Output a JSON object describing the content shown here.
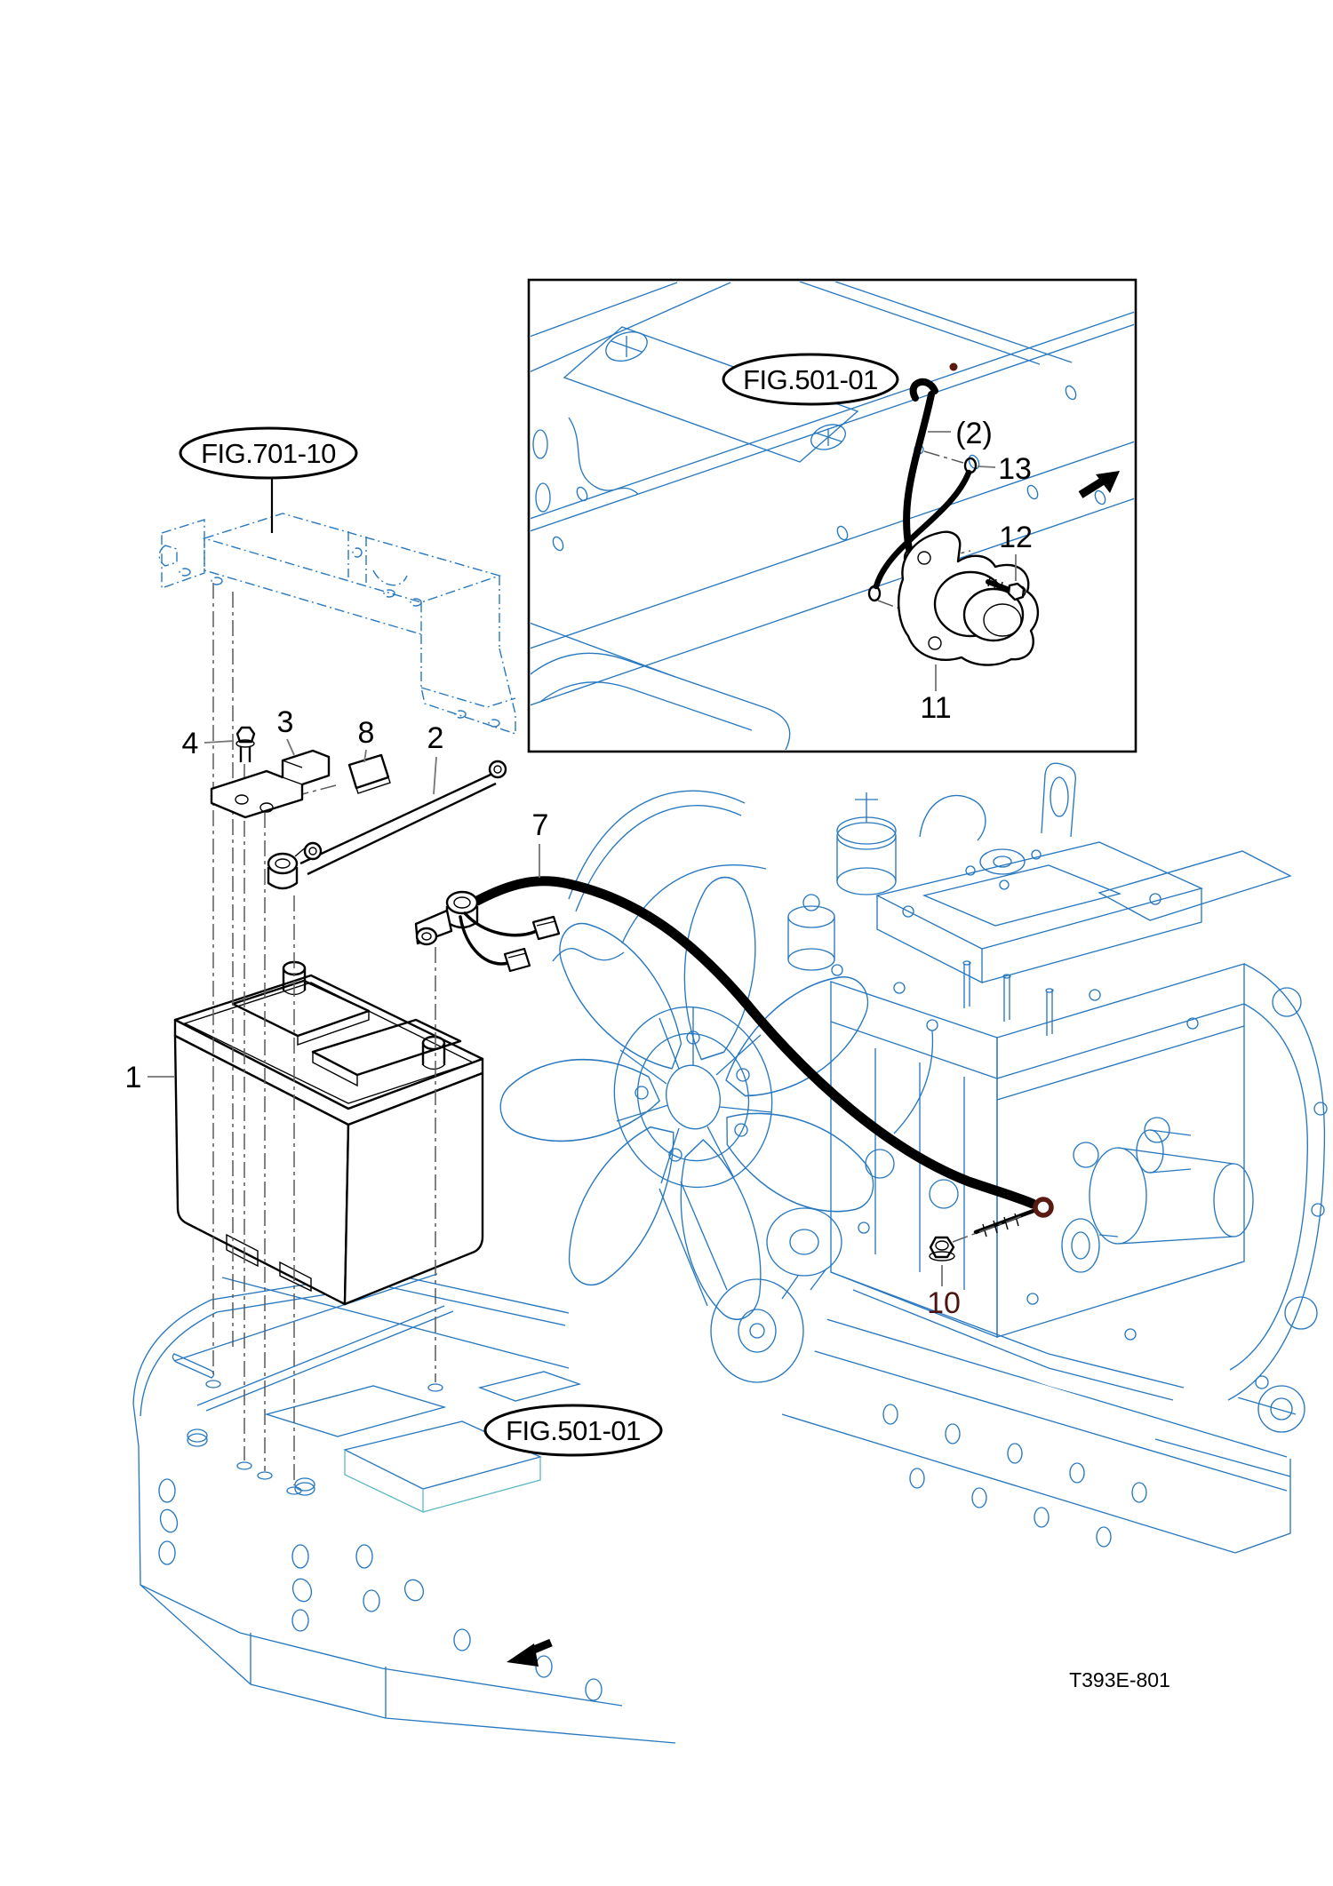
{
  "drawing": {
    "code": "T393E-801",
    "figure_references": {
      "top_left": "FIG.701-10",
      "inset": "FIG.501-01",
      "bottom": "FIG.501-01"
    },
    "callouts": {
      "battery": "1",
      "battery_cable": "2",
      "battery_bracket": "3",
      "bracket_bolt": "4",
      "ground_cable": "7",
      "pad": "8",
      "terminal_nut": "10",
      "starter_switch": "11",
      "switch_bolt": "12",
      "clip_bolt": "13",
      "quantity_note": "(2)"
    },
    "colors": {
      "line_art_blue": "#2878c0",
      "line_art_teal": "#5ab8c4",
      "ink_black": "#000000",
      "accent_maroon": "#5a1a12",
      "leader_gray": "#757575"
    }
  }
}
